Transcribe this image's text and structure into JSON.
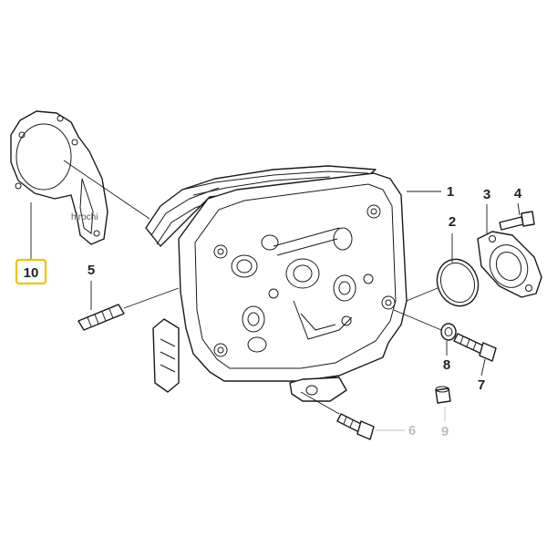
{
  "watermark": "hirochi",
  "callouts": {
    "c1": "1",
    "c2": "2",
    "c3": "3",
    "c4": "4",
    "c5": "5",
    "c6": "6",
    "c7": "7",
    "c8": "8",
    "c9": "9",
    "c10": "10"
  },
  "colors": {
    "line": "#1a1a1a",
    "highlight_border": "#f2c200",
    "faded_callout": "#bdbdbd"
  }
}
